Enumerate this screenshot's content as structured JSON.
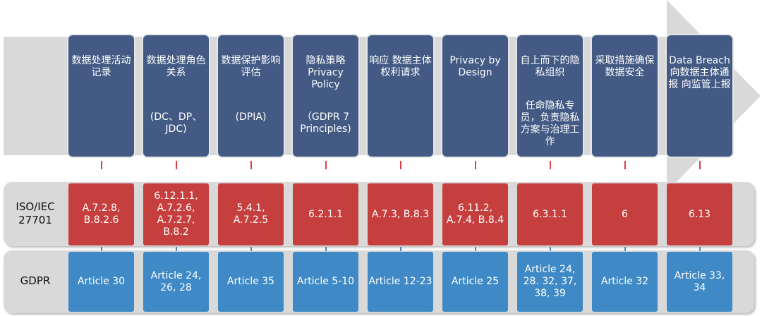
{
  "colors": {
    "navy": "#425a84",
    "red": "#c63f3f",
    "blue": "#3f8ac6",
    "gray": "#d9d9d9"
  },
  "columns": [
    {
      "title": "数据处理活动记录",
      "note": "",
      "iso": "A.7.2.8, B.8.2.6",
      "gdpr": "Article 30"
    },
    {
      "title": "数据处理角色关系",
      "note": "(DC、DP、JDC)",
      "iso": "6.12.1.1, A.7.2.6, A.7.2.7, B.8.2",
      "gdpr": "Article 24, 26, 28"
    },
    {
      "title": "数据保护影响评估",
      "note": "(DPIA)",
      "iso": "5.4.1, A.7.2.5",
      "gdpr": "Article 35"
    },
    {
      "title": "隐私策略 Privacy Policy",
      "note": "（GDPR 7 Principles)",
      "iso": "6.2.1.1",
      "gdpr": "Article 5-10"
    },
    {
      "title": "响应 数据主体 权利请求",
      "note": "",
      "iso": "A.7.3, B.8.3",
      "gdpr": "Article 12-23"
    },
    {
      "title": "Privacy by Design",
      "note": "",
      "iso": "6.11.2, A.7.4, B.8.4",
      "gdpr": "Article 25"
    },
    {
      "title": "自上而下的隐私组织",
      "note": "任命隐私专员，负责隐私方案与治理工作",
      "iso": "6.3.1.1",
      "gdpr": "Article 24, 28. 32, 37, 38, 39"
    },
    {
      "title": "采取措施确保数据安全",
      "note": "",
      "iso": "6",
      "gdpr": "Article 32"
    },
    {
      "title": "Data Breach 向数据主体通报 向监管上报",
      "note": "",
      "iso": "6.13",
      "gdpr": "Article 33, 34"
    }
  ],
  "rows": {
    "iso_label": "ISO/IEC 27701",
    "gdpr_label": "GDPR"
  }
}
